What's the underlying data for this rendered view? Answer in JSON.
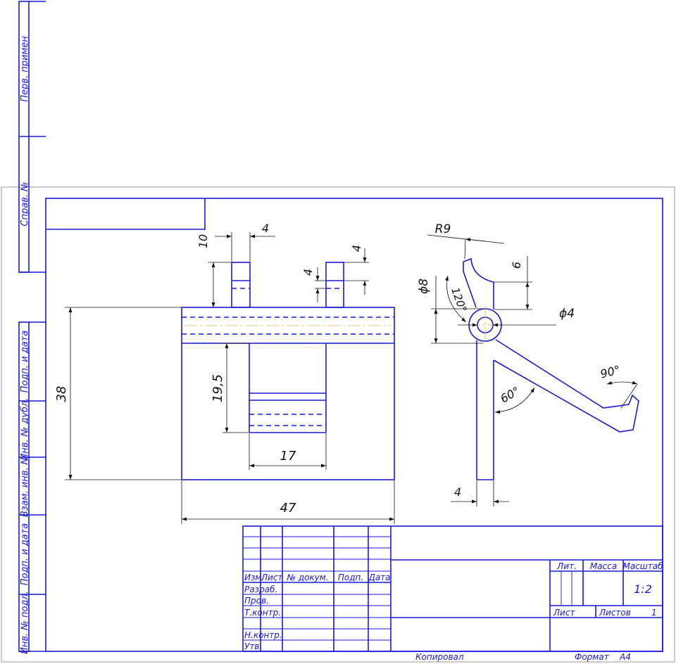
{
  "side_labels": {
    "perv_primen": "Перв. примен",
    "sprav_no": "Справ. №",
    "podp_i_data_1": "Подп. и дата",
    "inv_no_dubl": "Инв. № дубл.",
    "vzam_inv_no": "Взам. инв. №",
    "podp_i_data_2": "Подп. и дата",
    "inv_no_podl": "Инв. № подл."
  },
  "dimensions": {
    "d4_top": "4",
    "d10": "10",
    "d4_right_vert": "4",
    "d4_mid": "4",
    "d38": "38",
    "d19_5": "19,5",
    "d17": "17",
    "d47": "47",
    "r9": "R9",
    "d6": "6",
    "phi8": "ϕ8",
    "a120": "120°",
    "phi4": "ϕ4",
    "a90": "90°",
    "a60": "60°",
    "d4_bottom": "4"
  },
  "title_block": {
    "izm": "Изм.",
    "list": "Лист",
    "no_dokum": "№ докум.",
    "podp": "Подп.",
    "data": "Дата",
    "razrab": "Разраб.",
    "prov": "Пров.",
    "t_kontr": "Т.контр.",
    "n_kontr": "Н.контр.",
    "utv": "Утв.",
    "lit": "Лит.",
    "massa": "Масса",
    "masshtab": "Масштаб",
    "scale_value": "1:2",
    "sheet_label": "Лист",
    "sheets_label": "Листов",
    "sheets_value": "1"
  },
  "footer": {
    "copied": "Копировал",
    "format_label": "Формат",
    "format_value": "А4"
  }
}
